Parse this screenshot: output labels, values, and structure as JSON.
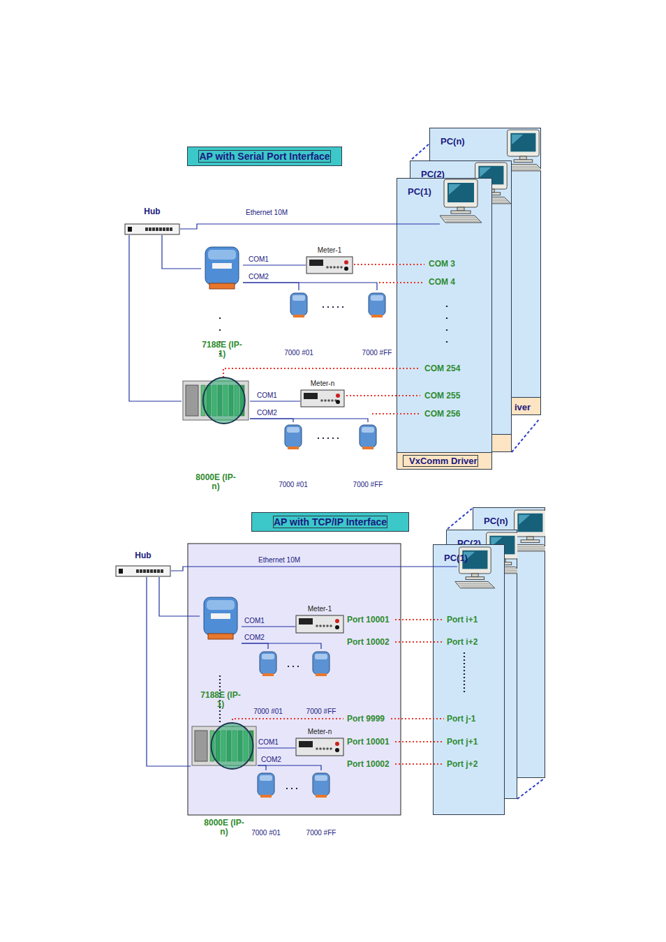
{
  "diagram": {
    "nodes": [
      {
        "text": [
          "AP with Serial Port Interface"
        ]
      },
      {
        "text": [
          "PC(n)"
        ]
      },
      {
        "text": [
          "PC(2)"
        ]
      },
      {
        "text": [
          "PC(1)"
        ]
      },
      {
        "text": [
          "VxComm Driver"
        ],
        "in": 3
      },
      {
        "text": [
          "Hub"
        ]
      },
      {
        "text": [
          "7188E (IP-1)"
        ]
      },
      {
        "text": [
          "Meter-1"
        ]
      },
      {
        "text": [
          "7000 #01"
        ]
      },
      {
        "text": [
          "7000 #FF"
        ]
      },
      {
        "text": [
          "8000E (IP-n)"
        ]
      },
      {
        "text": [
          "Meter-n"
        ]
      },
      {
        "text": [
          "7000 #01"
        ]
      },
      {
        "text": [
          "7000 #FF"
        ]
      },
      {
        "text": [
          "AP with TCP/IP Interface"
        ]
      },
      {
        "text": [
          "PC(n)"
        ]
      },
      {
        "text": [
          "PC(2)"
        ]
      },
      {
        "text": [
          "PC(1)"
        ]
      },
      {
        "text": [
          "Hub"
        ]
      },
      {
        "text": [
          "7188E (IP-1)"
        ]
      },
      {
        "text": [
          "Meter-1"
        ]
      },
      {
        "text": [
          "7000 #01"
        ]
      },
      {
        "text": [
          "7000 #FF"
        ]
      },
      {
        "text": [
          "8000E (IP-n)"
        ]
      },
      {
        "text": [
          "Meter-n"
        ]
      },
      {
        "text": [
          "7000 #01"
        ]
      },
      {
        "text": [
          "7000 #FF"
        ]
      }
    ],
    "edges": [
      {
        "from": 5,
        "to": 3,
        "arrow": "none",
        "label": "Ethernet 10M"
      },
      {
        "from": 5,
        "to": 6,
        "arrow": "none"
      },
      {
        "from": 5,
        "to": 10,
        "arrow": "none"
      },
      {
        "from": 6,
        "to": 7,
        "arrow": "none",
        "label": "COM1"
      },
      {
        "from": 6,
        "to": 8,
        "arrow": "none",
        "label": "COM2"
      },
      {
        "from": 6,
        "to": 9,
        "arrow": "none"
      },
      {
        "from": 10,
        "to": 11,
        "arrow": "none",
        "label": "COM1"
      },
      {
        "from": 10,
        "to": 12,
        "arrow": "none",
        "label": "COM2"
      },
      {
        "from": 10,
        "to": 13,
        "arrow": "none"
      },
      {
        "from": 18,
        "to": 17,
        "arrow": "none",
        "label": "Ethernet 10M"
      },
      {
        "from": 18,
        "to": 19,
        "arrow": "none"
      },
      {
        "from": 18,
        "to": 23,
        "arrow": "none"
      },
      {
        "from": 19,
        "to": 20,
        "arrow": "none",
        "label": "COM1"
      },
      {
        "from": 19,
        "to": 21,
        "arrow": "none",
        "label": "COM2"
      },
      {
        "from": 19,
        "to": 22,
        "arrow": "none"
      },
      {
        "from": 23,
        "to": 24,
        "arrow": "none",
        "label": "COM1"
      },
      {
        "from": 23,
        "to": 25,
        "arrow": "none",
        "label": "COM2"
      },
      {
        "from": 23,
        "to": 26,
        "arrow": "none"
      }
    ],
    "labels": [
      "COM 3",
      "COM 4",
      "COM 254",
      "COM 255",
      "COM 256",
      "iver",
      "Port 10001",
      "Port 10002",
      "Port 9999",
      "Port 10001",
      "Port 10002",
      "Port i+1",
      "Port i+2",
      "Port j-1",
      "Port j+1",
      "Port j+2"
    ]
  }
}
